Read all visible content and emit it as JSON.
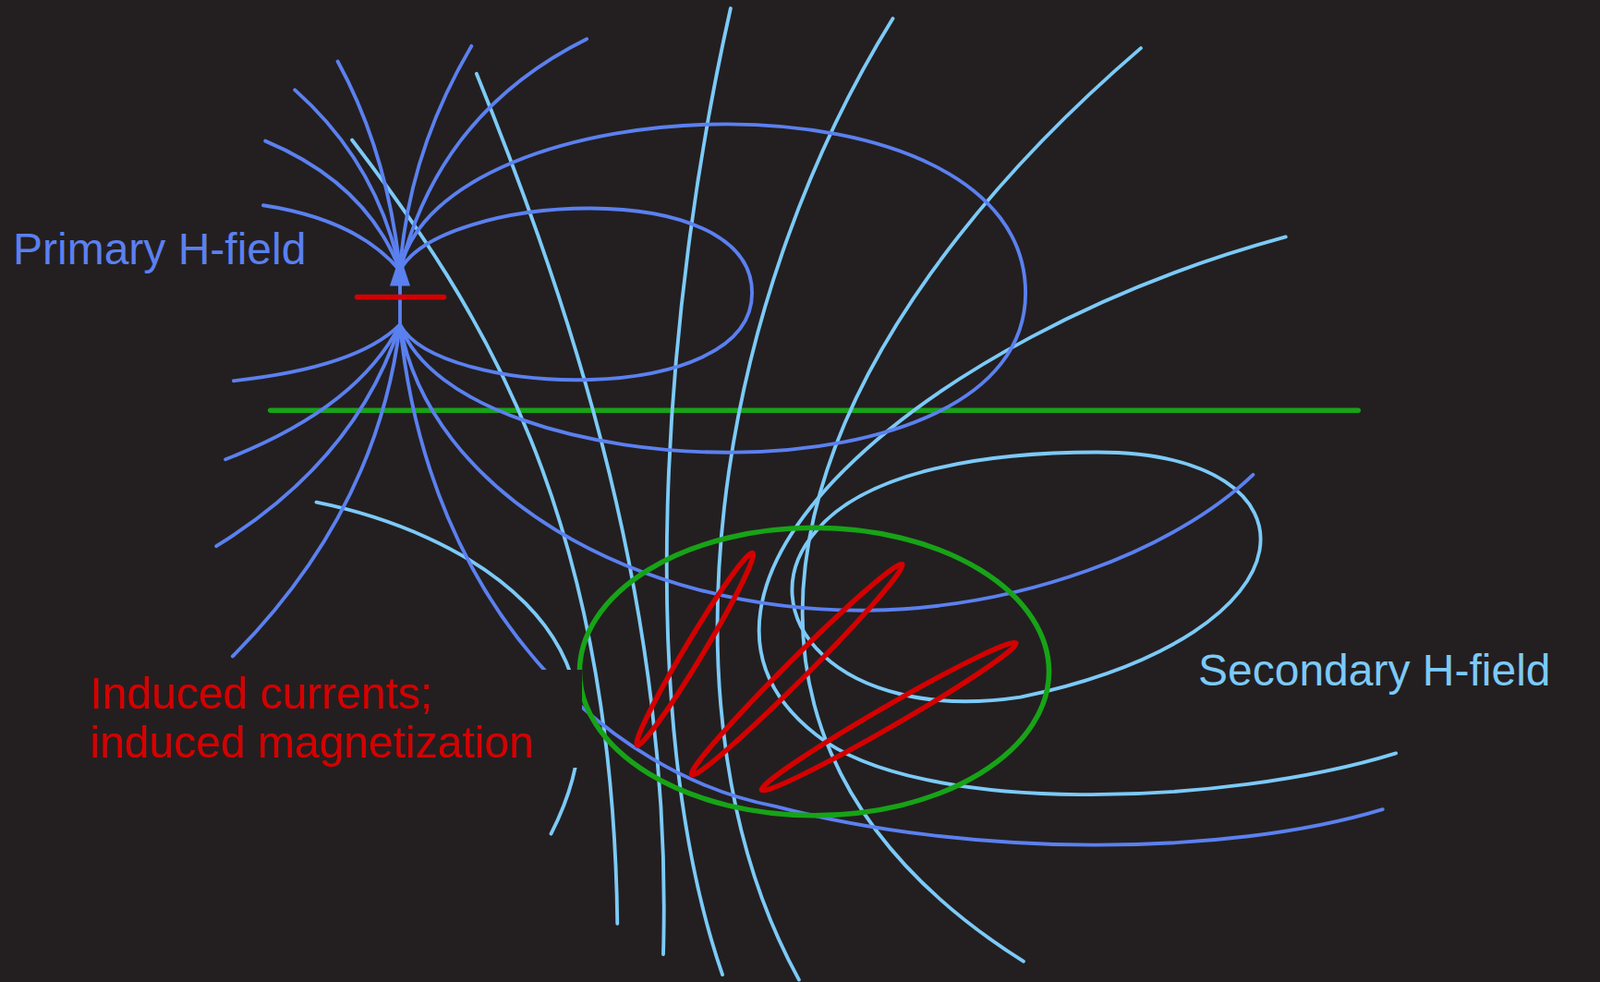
{
  "diagram": {
    "labels": [
      "Primary H-field",
      "Induced currents; induced magnetization",
      "Secondary H-field"
    ]
  }
}
